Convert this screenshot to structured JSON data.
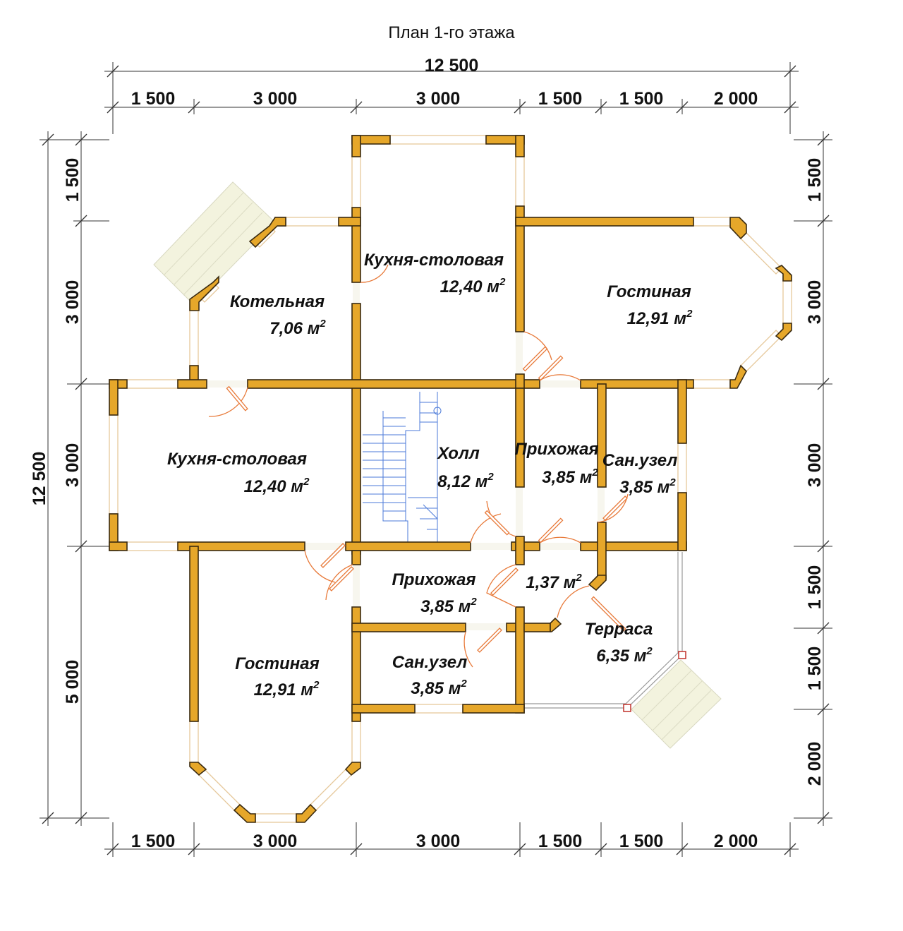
{
  "title": "План 1-го этажа",
  "dimensions": {
    "overall_top": "12 500",
    "overall_left": "12 500",
    "top": [
      "1 500",
      "3 000",
      "3 000",
      "1 500",
      "1 500",
      "2 000"
    ],
    "bottom": [
      "1 500",
      "3 000",
      "3 000",
      "1 500",
      "1 500",
      "2 000"
    ],
    "left": [
      "1 500",
      "3 000",
      "3 000",
      "5 000"
    ],
    "right": [
      "1 500",
      "3 000",
      "3 000",
      "1 500",
      "1 500",
      "2 000"
    ]
  },
  "rooms": [
    {
      "name": "Кухня-столовая",
      "area": "12,40 м"
    },
    {
      "name": "Гостиная",
      "area": "12,91 м"
    },
    {
      "name": "Котельная",
      "area": "7,06 м"
    },
    {
      "name": "Кухня-столовая",
      "area": "12,40 м"
    },
    {
      "name": "Холл",
      "area": "8,12 м"
    },
    {
      "name": "Прихожая",
      "area": "3,85 м"
    },
    {
      "name": "Сан.узел",
      "area": "3,85 м"
    },
    {
      "name": "Прихожая",
      "area": "3,85 м"
    },
    {
      "name": "",
      "area": "1,37 м"
    },
    {
      "name": "Терраса",
      "area": "6,35 м"
    },
    {
      "name": "Гостиная",
      "area": "12,91 м"
    },
    {
      "name": "Сан.узел",
      "area": "3,85 м"
    }
  ],
  "area_superscript": "2",
  "colors": {
    "wall": "#e6a72a",
    "wall_outline": "#3a2a10",
    "door": "#e87a3a",
    "stair": "#4b7ad8",
    "porch": "#f3f3de"
  }
}
